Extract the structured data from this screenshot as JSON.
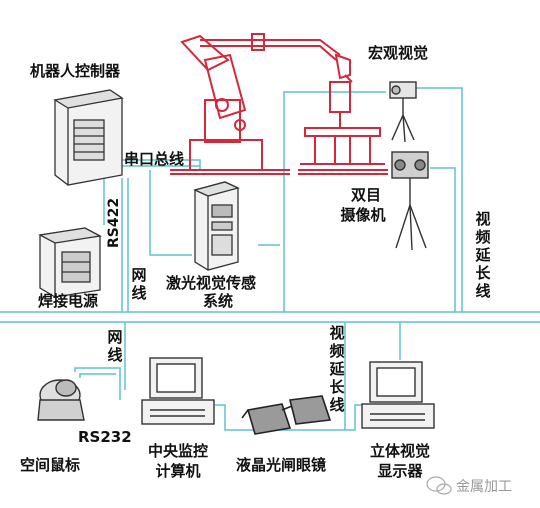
{
  "labels": {
    "robot_controller": "机器人控制器",
    "serial_bus": "串口总线",
    "macro_vision": "宏观视觉",
    "stereo_camera_line1": "双目",
    "stereo_camera_line2": "摄像机",
    "video_ext_right": "视频延长线",
    "rs422": "RS422",
    "welding_power": "焊接电源",
    "network_upper": "网线",
    "laser_sensor_line1": "激光视觉传感",
    "laser_sensor_line2": "系统",
    "network_lower": "网线",
    "video_ext_middle": "视频延长线",
    "rs232": "RS232",
    "space_mouse": "空间鼠标",
    "central_computer_line1": "中央监控",
    "central_computer_line2": "计算机",
    "lcd_glasses": "液晶光闸眼镜",
    "stereo_display_line1": "立体视觉",
    "stereo_display_line2": "显示器"
  },
  "watermark": "金属加工",
  "colors": {
    "wire": "#5fc3cf",
    "robot": "#d8263a",
    "equipment_stroke": "#333333",
    "equipment_fill": "#f2f2f2"
  }
}
